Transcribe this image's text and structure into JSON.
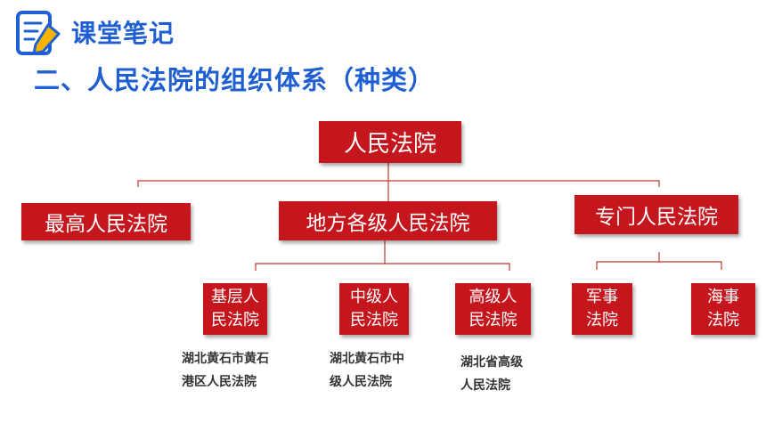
{
  "header": {
    "title": "课堂笔记",
    "icon": "notebook-pen-icon"
  },
  "section_title": "二、人民法院的组织体系（种类）",
  "tree": {
    "root": "人民法院",
    "level1": {
      "supreme": "最高人民法院",
      "local": "地方各级人民法院",
      "special": "专门人民法院"
    },
    "local_children": {
      "basic": "基层人\n民法院",
      "intermediate": "中级人\n民法院",
      "high": "高级人\n民法院"
    },
    "special_children": {
      "military": "军事\n法院",
      "maritime": "海事\n法院"
    },
    "examples": {
      "basic": "湖北黄石市黄石\n港区人民法院",
      "intermediate": "湖北黄石市中\n级人民法院",
      "high": "湖北省高级\n人民法院"
    }
  },
  "colors": {
    "accent_blue": "#1f5fd1",
    "box_red": "#c4161c",
    "line_red": "#c0392b"
  }
}
